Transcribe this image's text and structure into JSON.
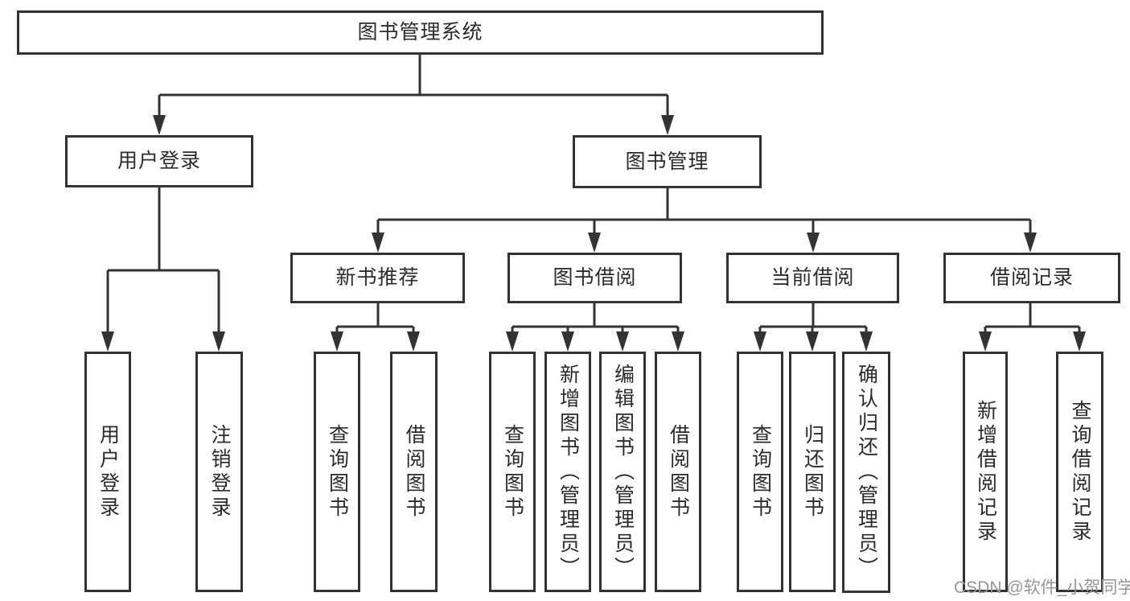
{
  "diagram": {
    "root": {
      "label": "图书管理系统"
    },
    "level2": [
      {
        "label": "用户登录"
      },
      {
        "label": "图书管理"
      }
    ],
    "level3": [
      {
        "label": "新书推荐",
        "parent": "图书管理"
      },
      {
        "label": "图书借阅",
        "parent": "图书管理"
      },
      {
        "label": "当前借阅",
        "parent": "图书管理"
      },
      {
        "label": "借阅记录",
        "parent": "图书管理"
      }
    ],
    "leaves": [
      {
        "label": "用户登录",
        "parent": "用户登录"
      },
      {
        "label": "注销登录",
        "parent": "用户登录"
      },
      {
        "label": "查询图书",
        "parent": "新书推荐"
      },
      {
        "label": "借阅图书",
        "parent": "新书推荐"
      },
      {
        "label": "查询图书",
        "parent": "图书借阅"
      },
      {
        "label": "新增图书（管理员）",
        "parent": "图书借阅"
      },
      {
        "label": "编辑图书（管理员）",
        "parent": "图书借阅"
      },
      {
        "label": "借阅图书",
        "parent": "图书借阅"
      },
      {
        "label": "查询图书",
        "parent": "当前借阅"
      },
      {
        "label": "归还图书",
        "parent": "当前借阅"
      },
      {
        "label": "确认归还（管理员）",
        "parent": "当前借阅"
      },
      {
        "label": "新增借阅记录",
        "parent": "借阅记录"
      },
      {
        "label": "查询借阅记录",
        "parent": "借阅记录"
      }
    ],
    "watermark": "CSDN @软件_小贺同学",
    "colors": {
      "line": "#333333",
      "text": "#2b2b2b",
      "background": "#ffffff",
      "watermark": "#969696"
    }
  }
}
